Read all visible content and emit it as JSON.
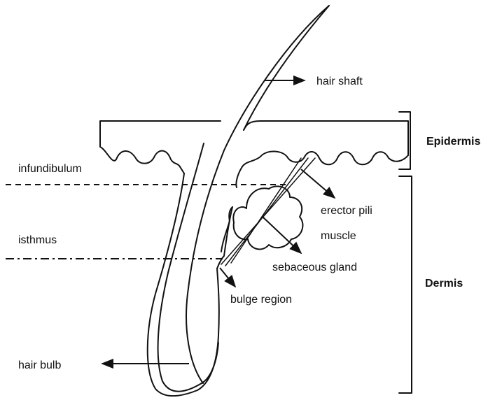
{
  "labels": {
    "hair_shaft": "hair shaft",
    "epidermis": "Epidermis",
    "infundibulum": "infundibulum",
    "erector_pili_line1": "erector pili",
    "erector_pili_line2": "muscle",
    "isthmus": "isthmus",
    "sebaceous_gland": "sebaceous gland",
    "dermis": "Dermis",
    "bulge_region": "bulge region",
    "hair_bulb": "hair bulb"
  },
  "colors": {
    "ink": "#111111",
    "background": "#ffffff"
  }
}
